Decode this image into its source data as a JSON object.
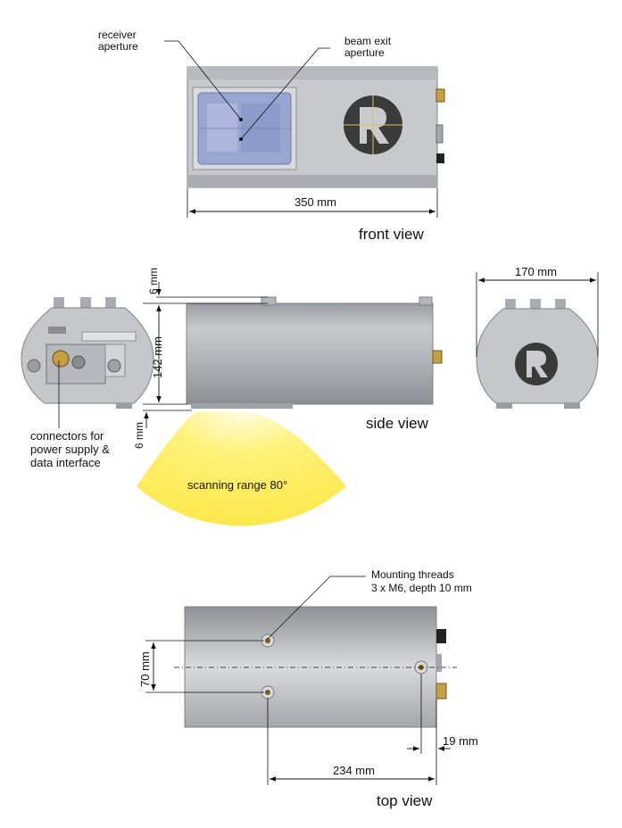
{
  "labels": {
    "receiver_aperture": [
      "receiver",
      "aperture"
    ],
    "beam_exit_aperture": [
      "beam exit",
      "aperture"
    ],
    "width_front": "350 mm",
    "front_view": "front view",
    "top_offset": "6 mm",
    "height": "142 mm",
    "bottom_offset": "6 mm",
    "diameter": "170 mm",
    "connectors": [
      "connectors for",
      "power supply &",
      "data interface"
    ],
    "side_view": "side view",
    "scanning_range": "scanning range 80°",
    "mounting_threads": [
      "Mounting threads",
      "3 x M6, depth 10 mm"
    ],
    "thread_spacing_vertical": "70 mm",
    "thread_offset_end": "19 mm",
    "thread_spacing_horizontal": "234 mm",
    "top_view": "top view"
  },
  "colors": {
    "housing_light": "#d4d6d9",
    "housing_mid": "#b9bcc0",
    "housing_dark": "#8f9296",
    "window_blue": "#9aa6d2",
    "scan_yellow": "#fde84a",
    "brass": "#c9a040",
    "logo_disc": "#3a3a3a"
  }
}
